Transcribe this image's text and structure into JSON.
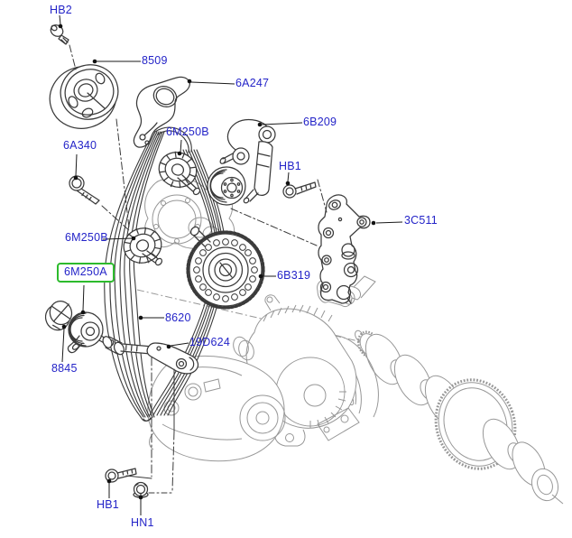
{
  "diagram": {
    "type": "exploded-parts-diagram",
    "subject": "engine accessory drive belt and pulleys",
    "label_color": "#2424c8",
    "highlight_box_color": "#2dbb2d",
    "foreground_line_color": "#3a3a3a",
    "background_line_color": "#979797",
    "labels": [
      {
        "id": "hb2",
        "text": "HB2",
        "highlighted": false
      },
      {
        "id": "8509",
        "text": "8509",
        "highlighted": false
      },
      {
        "id": "6a247",
        "text": "6A247",
        "highlighted": false
      },
      {
        "id": "6b209",
        "text": "6B209",
        "highlighted": false
      },
      {
        "id": "hb1-upper",
        "text": "HB1",
        "highlighted": false
      },
      {
        "id": "3c511",
        "text": "3C511",
        "highlighted": false
      },
      {
        "id": "6a340",
        "text": "6A340",
        "highlighted": false
      },
      {
        "id": "6m250b-upper",
        "text": "6M250B",
        "highlighted": false
      },
      {
        "id": "6m250b-lower",
        "text": "6M250B",
        "highlighted": false
      },
      {
        "id": "6m250a",
        "text": "6M250A",
        "highlighted": true
      },
      {
        "id": "8845",
        "text": "8845",
        "highlighted": false
      },
      {
        "id": "8620",
        "text": "8620",
        "highlighted": false
      },
      {
        "id": "19d624",
        "text": "19D624",
        "highlighted": false
      },
      {
        "id": "6b319",
        "text": "6B319",
        "highlighted": false
      },
      {
        "id": "hb1-lower",
        "text": "HB1",
        "highlighted": false
      },
      {
        "id": "hn1",
        "text": "HN1",
        "highlighted": false
      }
    ]
  }
}
